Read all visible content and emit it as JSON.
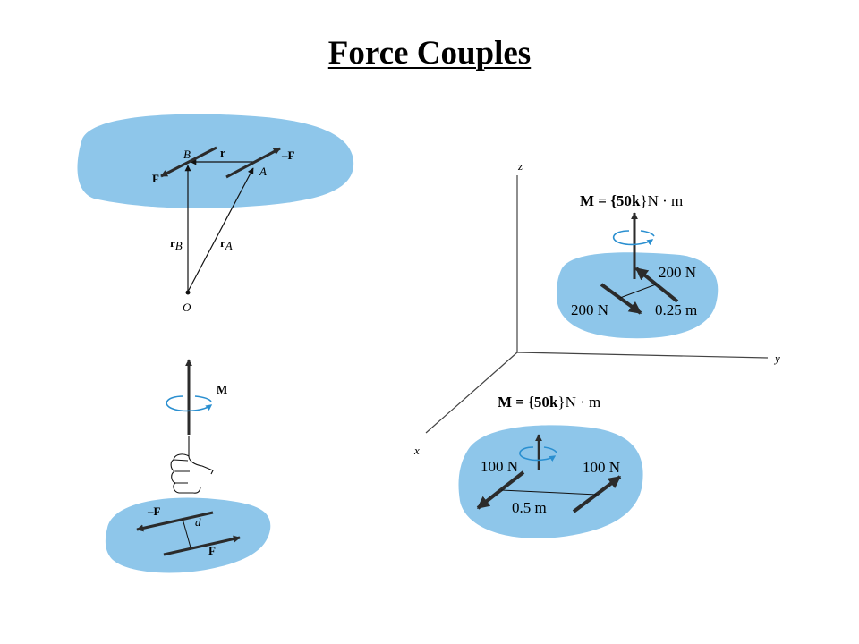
{
  "title": "Force Couples",
  "colors": {
    "region_fill": "#8ec6ea",
    "moment_arrow": "#2a8fd0",
    "force": "#2b2b2b",
    "ink": "#000000"
  },
  "fig_top": {
    "label_B": "B",
    "label_r": "r",
    "label_negF": "–F",
    "label_A": "A",
    "label_F": "F",
    "label_rB_main": "r",
    "label_rB_sub": "B",
    "label_rA_main": "r",
    "label_rA_sub": "A",
    "label_O": "O"
  },
  "fig_hand": {
    "label_M": "M",
    "label_negF": "–F",
    "label_d": "d",
    "label_F": "F"
  },
  "axes": {
    "label_z": "z",
    "label_y": "y",
    "label_x": "x"
  },
  "fig_upper_right": {
    "moment_prefix": "M = {50",
    "moment_k": "k",
    "moment_suffix": "}N · m",
    "force_right": "200 N",
    "force_left": "200 N",
    "distance": "0.25 m"
  },
  "fig_lower_right": {
    "moment_prefix": "M = {50",
    "moment_k": "k",
    "moment_suffix": "}N · m",
    "force_left": "100 N",
    "force_right": "100 N",
    "distance": "0.5 m"
  }
}
